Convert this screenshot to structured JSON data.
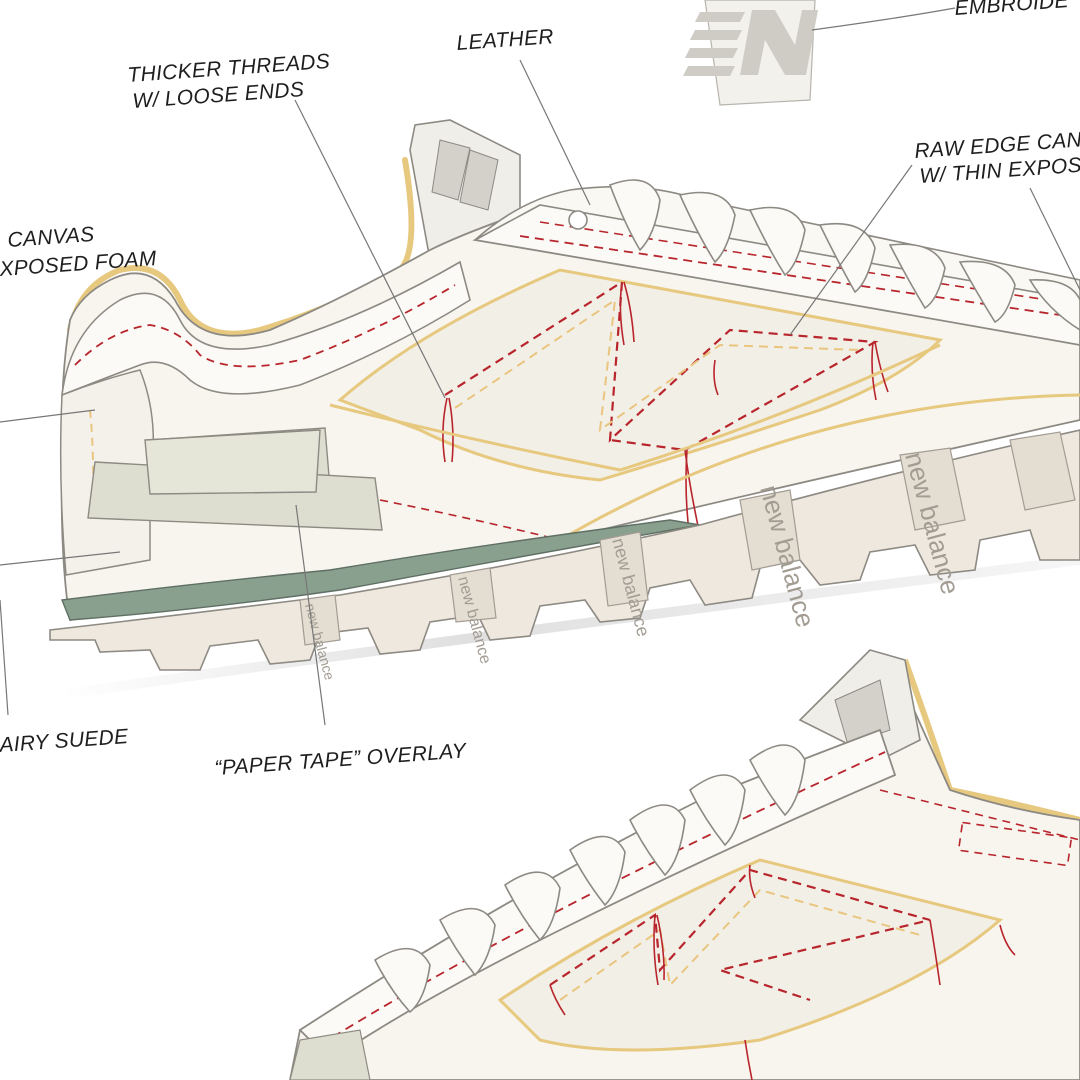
{
  "labels": {
    "embroidered": "EMBROIDE",
    "leather": "LEATHER",
    "thicker_threads_1": "THICKER THREADS",
    "thicker_threads_2": "W/ LOOSE ENDS",
    "raw_edge_1": "RAW EDGE CAN",
    "raw_edge_2": "W/ THIN EXPOS",
    "canvas_1": "CANVAS",
    "canvas_2": "XPOSED FOAM",
    "hairy_suede": "AIRY SUEDE",
    "paper_tape": "“PAPER TAPE” OVERLAY"
  },
  "sole_text": "new balance",
  "colors": {
    "background": "#ffffff",
    "upper": "#f7f5ee",
    "outline": "#8d8a83",
    "stitch_red": "#b8252c",
    "stitch_yellow": "#e9c57f",
    "foam_edge": "#e7c87f",
    "midsole": "#efe8de",
    "outsole_green": "#8aa08f",
    "tape": "#deded0",
    "logo_grey": "#cfccc5",
    "leader_line": "#777777",
    "text": "#1e1e1e"
  }
}
